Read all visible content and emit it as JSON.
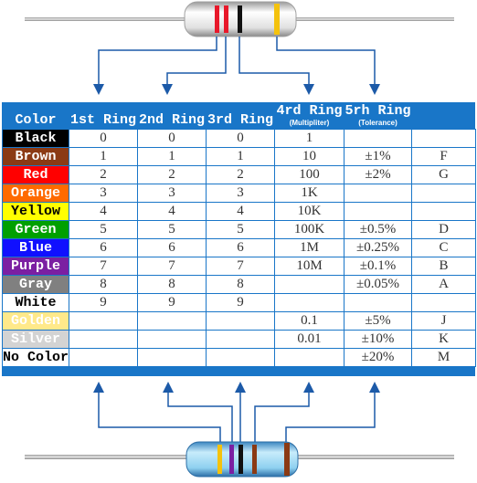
{
  "header": {
    "color": "Color",
    "ring1": "1st Ring",
    "ring2": "2nd Ring",
    "ring3": "3rd Ring",
    "ring4": "4rd Ring",
    "ring4_sub": "(Multipliter)",
    "ring5": "5rh Ring",
    "ring5_sub": "(Tolerance)"
  },
  "rows": [
    {
      "color": "Black",
      "bg": "#000000",
      "fg": "#ffffff",
      "r1": "0",
      "r2": "0",
      "r3": "0",
      "multiplier": "1",
      "tolerance": "",
      "code": ""
    },
    {
      "color": "Brown",
      "bg": "#8b3a14",
      "fg": "#ffffff",
      "r1": "1",
      "r2": "1",
      "r3": "1",
      "multiplier": "10",
      "tolerance": "±1%",
      "code": "F"
    },
    {
      "color": "Red",
      "bg": "#ff0000",
      "fg": "#ffffff",
      "r1": "2",
      "r2": "2",
      "r3": "2",
      "multiplier": "100",
      "tolerance": "±2%",
      "code": "G"
    },
    {
      "color": "Orange",
      "bg": "#ff6a00",
      "fg": "#ffffff",
      "r1": "3",
      "r2": "3",
      "r3": "3",
      "multiplier": "1K",
      "tolerance": "",
      "code": ""
    },
    {
      "color": "Yellow",
      "bg": "#ffff00",
      "fg": "#000000",
      "r1": "4",
      "r2": "4",
      "r3": "4",
      "multiplier": "10K",
      "tolerance": "",
      "code": ""
    },
    {
      "color": "Green",
      "bg": "#00a000",
      "fg": "#ffffff",
      "r1": "5",
      "r2": "5",
      "r3": "5",
      "multiplier": "100K",
      "tolerance": "±0.5%",
      "code": "D"
    },
    {
      "color": "Blue",
      "bg": "#1010ff",
      "fg": "#ffffff",
      "r1": "6",
      "r2": "6",
      "r3": "6",
      "multiplier": "1M",
      "tolerance": "±0.25%",
      "code": "C"
    },
    {
      "color": "Purple",
      "bg": "#7b1fa2",
      "fg": "#ffffff",
      "r1": "7",
      "r2": "7",
      "r3": "7",
      "multiplier": "10M",
      "tolerance": "±0.1%",
      "code": "B"
    },
    {
      "color": "Gray",
      "bg": "#808080",
      "fg": "#ffffff",
      "r1": "8",
      "r2": "8",
      "r3": "8",
      "multiplier": "",
      "tolerance": "±0.05%",
      "code": "A"
    },
    {
      "color": "White",
      "bg": "#ffffff",
      "fg": "#000000",
      "r1": "9",
      "r2": "9",
      "r3": "9",
      "multiplier": "",
      "tolerance": "",
      "code": ""
    },
    {
      "color": "Golden",
      "bg": "#ffe98a",
      "fg": "#ffffff",
      "r1": "",
      "r2": "",
      "r3": "",
      "multiplier": "0.1",
      "tolerance": "±5%",
      "code": "J"
    },
    {
      "color": "Silver",
      "bg": "#d3d3d3",
      "fg": "#ffffff",
      "r1": "",
      "r2": "",
      "r3": "",
      "multiplier": "0.01",
      "tolerance": "±10%",
      "code": "K"
    },
    {
      "color": "No Color",
      "bg": "#ffffff",
      "fg": "#000000",
      "r1": "",
      "r2": "",
      "r3": "",
      "multiplier": "",
      "tolerance": "±20%",
      "code": "M"
    }
  ],
  "top_resistor": {
    "body_color": "#e4e4e4",
    "bands": [
      "#e8182a",
      "#e8182a",
      "#111111",
      "#f4c20d"
    ]
  },
  "bottom_resistor": {
    "body_color": "#8ed0f0",
    "bands": [
      "#f4c20d",
      "#7b1fa2",
      "#111111",
      "#8b3a14",
      "#8b3a14"
    ]
  },
  "arrow_color": "#1c5aa8"
}
